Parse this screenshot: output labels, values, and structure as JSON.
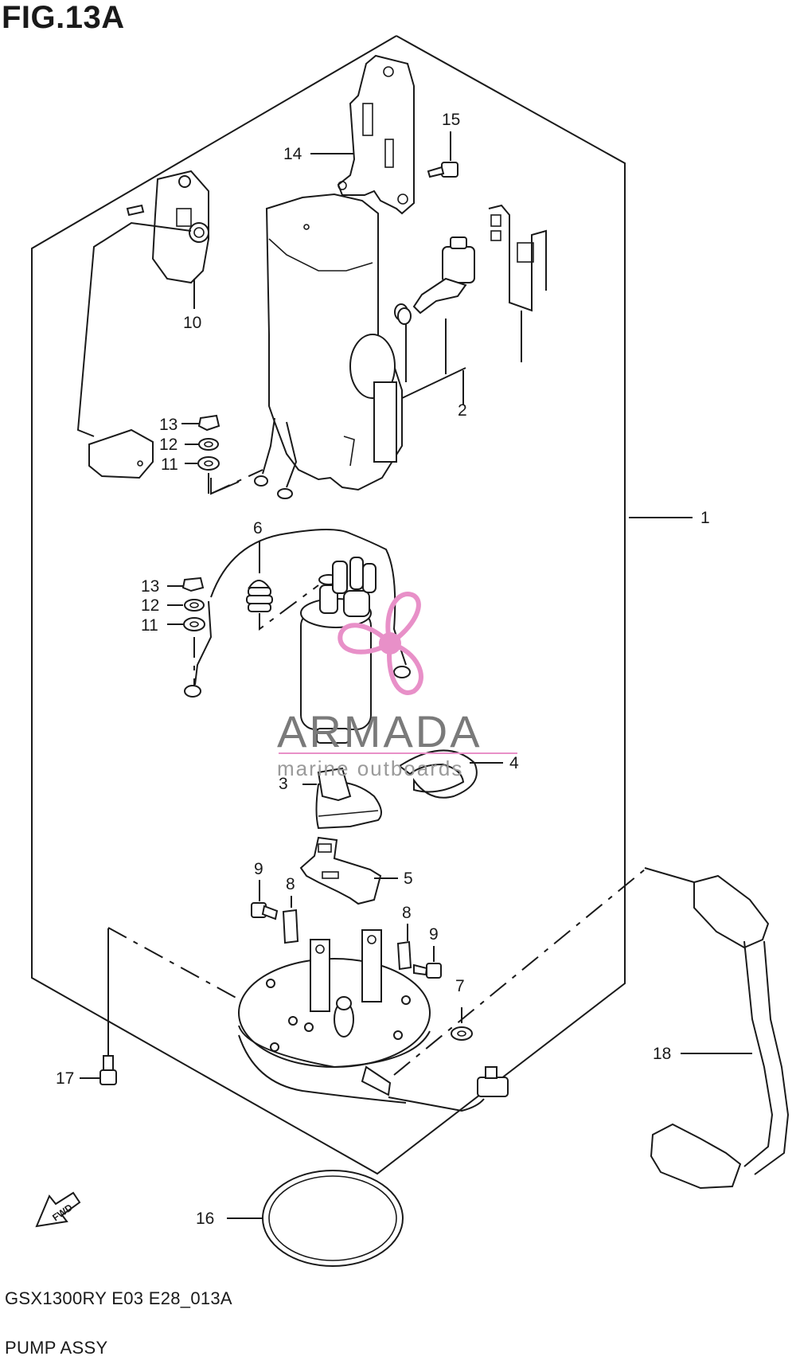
{
  "figure": {
    "title": "FIG.13A"
  },
  "footer": {
    "model_code": "GSX1300RY E03 E28_013A",
    "assembly_name": "PUMP ASSY"
  },
  "direction_marker": {
    "label": "FWD"
  },
  "watermark": {
    "brand": "ARMADA",
    "tagline": "marine outboards",
    "color": "#e890c8"
  },
  "callouts": [
    {
      "id": "c1",
      "text": "1"
    },
    {
      "id": "c2",
      "text": "2"
    },
    {
      "id": "c3",
      "text": "3"
    },
    {
      "id": "c4",
      "text": "4"
    },
    {
      "id": "c5",
      "text": "5"
    },
    {
      "id": "c6",
      "text": "6"
    },
    {
      "id": "c7",
      "text": "7"
    },
    {
      "id": "c8a",
      "text": "8"
    },
    {
      "id": "c8b",
      "text": "8"
    },
    {
      "id": "c9a",
      "text": "9"
    },
    {
      "id": "c9b",
      "text": "9"
    },
    {
      "id": "c10",
      "text": "10"
    },
    {
      "id": "c11a",
      "text": "11"
    },
    {
      "id": "c11b",
      "text": "11"
    },
    {
      "id": "c12a",
      "text": "12"
    },
    {
      "id": "c12b",
      "text": "12"
    },
    {
      "id": "c13a",
      "text": "13"
    },
    {
      "id": "c13b",
      "text": "13"
    },
    {
      "id": "c14",
      "text": "14"
    },
    {
      "id": "c15",
      "text": "15"
    },
    {
      "id": "c16",
      "text": "16"
    },
    {
      "id": "c17",
      "text": "17"
    },
    {
      "id": "c18",
      "text": "18"
    }
  ]
}
